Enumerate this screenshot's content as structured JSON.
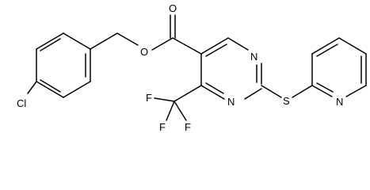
{
  "diagram": {
    "type": "chemical-structure",
    "colors": {
      "background": "#ffffff",
      "bond": "#000000",
      "text": "#000000"
    },
    "atom_labels": {
      "cl": "Cl",
      "o_carbonyl": "O",
      "o_ester": "O",
      "n_pyrimidine_top": "N",
      "n_pyrimidine_bottom": "N",
      "s": "S",
      "n_pyridine": "N",
      "f1": "F",
      "f2": "F",
      "f3": "F"
    }
  }
}
